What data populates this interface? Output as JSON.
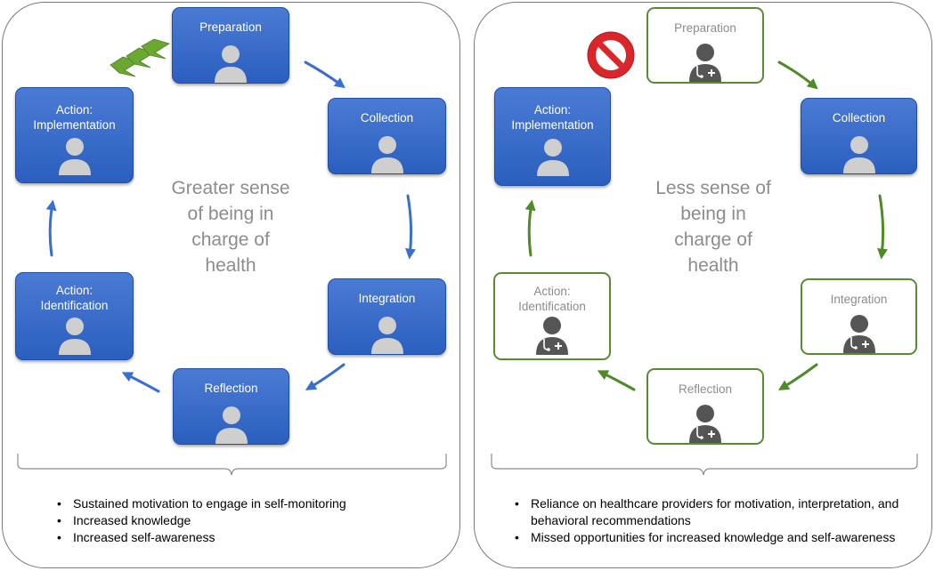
{
  "left_panel": {
    "center_text": [
      "Greater sense",
      "of being in",
      "charge of",
      "health"
    ],
    "nodes": {
      "preparation": [
        "Preparation"
      ],
      "collection": [
        "Collection"
      ],
      "integration": [
        "Integration"
      ],
      "reflection": [
        "Reflection"
      ],
      "identification": [
        "Action:",
        "Identification"
      ],
      "implementation": [
        "Action:",
        "Implementation"
      ]
    },
    "bullets": [
      "Sustained motivation to engage in self-monitoring",
      "Increased knowledge",
      "Increased self-awareness"
    ]
  },
  "right_panel": {
    "center_text": [
      "Less sense of",
      "being in",
      "charge of",
      "health"
    ],
    "nodes": {
      "preparation": [
        "Preparation"
      ],
      "collection": [
        "Collection"
      ],
      "integration": [
        "Integration"
      ],
      "reflection": [
        "Reflection"
      ],
      "identification": [
        "Action:",
        "Identification"
      ],
      "implementation": [
        "Action:",
        "Implementation"
      ]
    },
    "bullets": [
      "Reliance on healthcare providers for motivation, interpretation, and behavioral recommendations",
      "Missed opportunities for increased knowledge and self-awareness"
    ]
  },
  "icons": {
    "patient": "person-icon",
    "provider": "doctor-icon",
    "blocked": "no-entry-icon",
    "forward": "chevron-arrows-icon"
  },
  "colors": {
    "patient_node": "#2f63c4",
    "provider_border": "#5b8a35",
    "left_arrows": "#3a6fd0",
    "right_arrows": "#4e8a27",
    "chevrons": "#6aa832",
    "no_entry": "#d9262a",
    "center_text": "#8c8c8c"
  }
}
